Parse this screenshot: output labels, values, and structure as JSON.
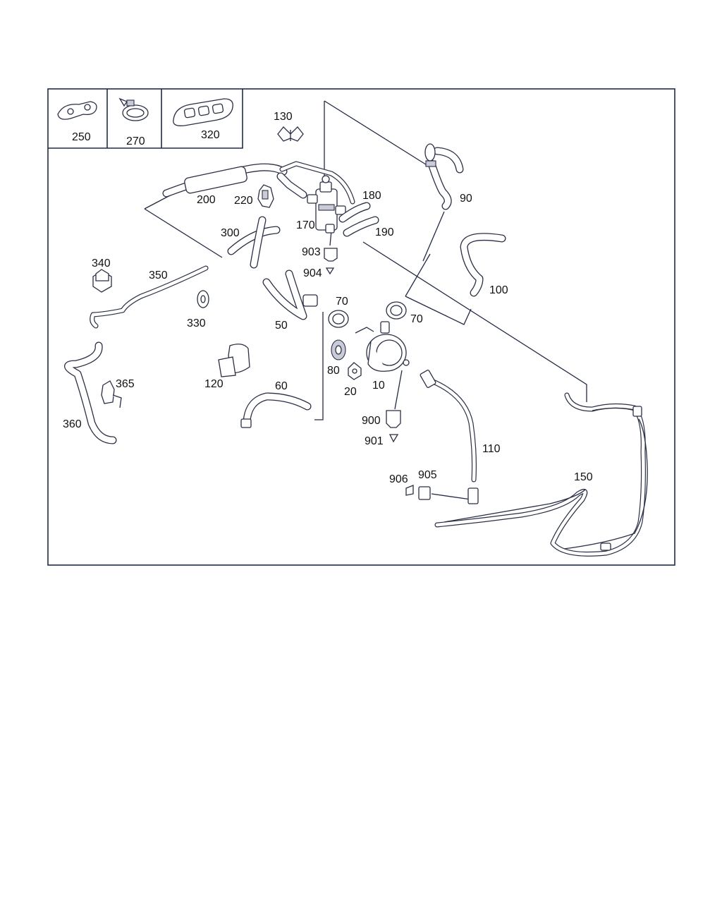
{
  "diagram": {
    "inset_labels": [
      "250",
      "270",
      "320"
    ],
    "labels": {
      "p10": "10",
      "p20": "20",
      "p50": "50",
      "p60": "60",
      "p70a": "70",
      "p70b": "70",
      "p80": "80",
      "p90": "90",
      "p100": "100",
      "p110": "110",
      "p120": "120",
      "p130": "130",
      "p150": "150",
      "p170": "170",
      "p180": "180",
      "p190": "190",
      "p200": "200",
      "p220": "220",
      "p300": "300",
      "p330": "330",
      "p340": "340",
      "p350": "350",
      "p360": "360",
      "p365": "365",
      "p900": "900",
      "p901": "901",
      "p903": "903",
      "p904": "904",
      "p905": "905",
      "p906": "906"
    }
  }
}
